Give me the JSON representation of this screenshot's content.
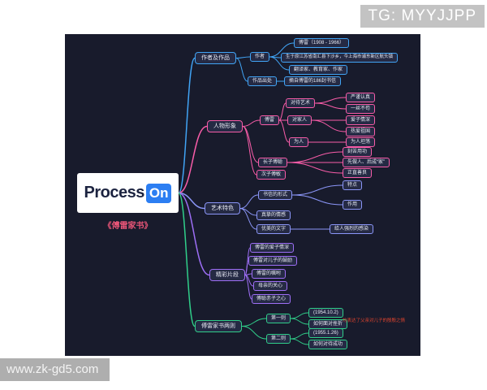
{
  "watermarks": {
    "top_right": "TG: MYYJJPP",
    "bottom_left": "www.zk-gd5.com"
  },
  "root": {
    "logo_text": "Process",
    "logo_badge": "On",
    "subtitle": "《傅雷家书》"
  },
  "colors": {
    "canvas_bg": "#181b2c",
    "branch1": "#41a4f5",
    "branch2": "#f85ca8",
    "branch3": "#8b96f8",
    "branch4": "#9d6ef5",
    "branch5": "#30cf8a",
    "annotation": "#e0442e",
    "subtitle": "#e85577"
  },
  "annotation": {
    "text": "均表达了父亲对儿子的殷殷之情"
  },
  "nodes": {
    "b1": {
      "label": "作者及作品",
      "branch": "branch1",
      "parent": "root"
    },
    "b1a": {
      "label": "作者",
      "branch": "branch1",
      "parent": "b1"
    },
    "b1a1": {
      "label": "傅雷（1908 - 1966）",
      "branch": "branch1",
      "parent": "b1a"
    },
    "b1a2": {
      "label": "生于原江苏省南汇县下沙乡，今上海市浦东新区航头镇",
      "branch": "branch1",
      "parent": "b1a"
    },
    "b1a3": {
      "label": "翻译家、教育家、作家",
      "branch": "branch1",
      "parent": "b1a"
    },
    "b1b": {
      "label": "作品出处",
      "branch": "branch1",
      "parent": "b1"
    },
    "b1b1": {
      "label": "摘自傅雷的186封书信",
      "branch": "branch1",
      "parent": "b1b"
    },
    "b2": {
      "label": "人物形象",
      "branch": "branch2",
      "parent": "root"
    },
    "b2a": {
      "label": "傅雷",
      "branch": "branch2",
      "parent": "b2"
    },
    "b2a1": {
      "label": "对待艺术",
      "branch": "branch2",
      "parent": "b2a"
    },
    "b2a1a": {
      "label": "严谨认真",
      "branch": "branch2",
      "parent": "b2a1"
    },
    "b2a1b": {
      "label": "一丝不苟",
      "branch": "branch2",
      "parent": "b2a1"
    },
    "b2a2": {
      "label": "对家人",
      "branch": "branch2",
      "parent": "b2a"
    },
    "b2a2a": {
      "label": "爱子情深",
      "branch": "branch2",
      "parent": "b2a2"
    },
    "b2a2b": {
      "label": "热爱祖国",
      "branch": "branch2",
      "parent": "b2a2"
    },
    "b2a3": {
      "label": "为人",
      "branch": "branch2",
      "parent": "b2a"
    },
    "b2a3a": {
      "label": "为人坦荡",
      "branch": "branch2",
      "parent": "b2a3"
    },
    "b2b": {
      "label": "长子傅聪",
      "branch": "branch2",
      "parent": "b2"
    },
    "b2b1": {
      "label": "刻苦用功",
      "branch": "branch2",
      "parent": "b2b"
    },
    "b2b2": {
      "label": "先做人、后成“家”",
      "branch": "branch2",
      "parent": "b2b"
    },
    "b2b3": {
      "label": "正直善良",
      "branch": "branch2",
      "parent": "b2b"
    },
    "b2c": {
      "label": "次子傅敏",
      "branch": "branch2",
      "parent": "b2"
    },
    "b3": {
      "label": "艺术特色",
      "branch": "branch3",
      "parent": "root"
    },
    "b3a": {
      "label": "书信的形式",
      "branch": "branch3",
      "parent": "b3"
    },
    "b3a1": {
      "label": "特点",
      "branch": "branch3",
      "parent": "b3a"
    },
    "b3a2": {
      "label": "作用",
      "branch": "branch3",
      "parent": "b3a"
    },
    "b3b": {
      "label": "真挚的情感",
      "branch": "branch3",
      "parent": "b3"
    },
    "b3c": {
      "label": "优美的文字",
      "branch": "branch3",
      "parent": "b3"
    },
    "b3c1": {
      "label": "给人强烈的感染",
      "branch": "branch3",
      "parent": "b3c"
    },
    "b4": {
      "label": "精彩片段",
      "branch": "branch4",
      "parent": "root"
    },
    "b4a": {
      "label": "傅雷的爱子情深",
      "branch": "branch4",
      "parent": "b4"
    },
    "b4b": {
      "label": "傅雷对儿子的鼓励",
      "branch": "branch4",
      "parent": "b4"
    },
    "b4c": {
      "label": "傅雷的嘱咐",
      "branch": "branch4",
      "parent": "b4"
    },
    "b4d": {
      "label": "母亲的关心",
      "branch": "branch4",
      "parent": "b4"
    },
    "b4e": {
      "label": "傅聪赤子之心",
      "branch": "branch4",
      "parent": "b4"
    },
    "b5": {
      "label": "傅雷家书两则",
      "branch": "branch5",
      "parent": "root"
    },
    "b5a": {
      "label": "第一则",
      "branch": "branch5",
      "parent": "b5"
    },
    "b5a1": {
      "label": "(1954.10.2)",
      "branch": "branch5",
      "parent": "b5a"
    },
    "b5a2": {
      "label": "如何面对挫折",
      "branch": "branch5",
      "parent": "b5a"
    },
    "b5b": {
      "label": "第二则",
      "branch": "branch5",
      "parent": "b5"
    },
    "b5b1": {
      "label": "(1955.1.26)",
      "branch": "branch5",
      "parent": "b5b"
    },
    "b5b2": {
      "label": "如何对待成功",
      "branch": "branch5",
      "parent": "b5b"
    }
  }
}
